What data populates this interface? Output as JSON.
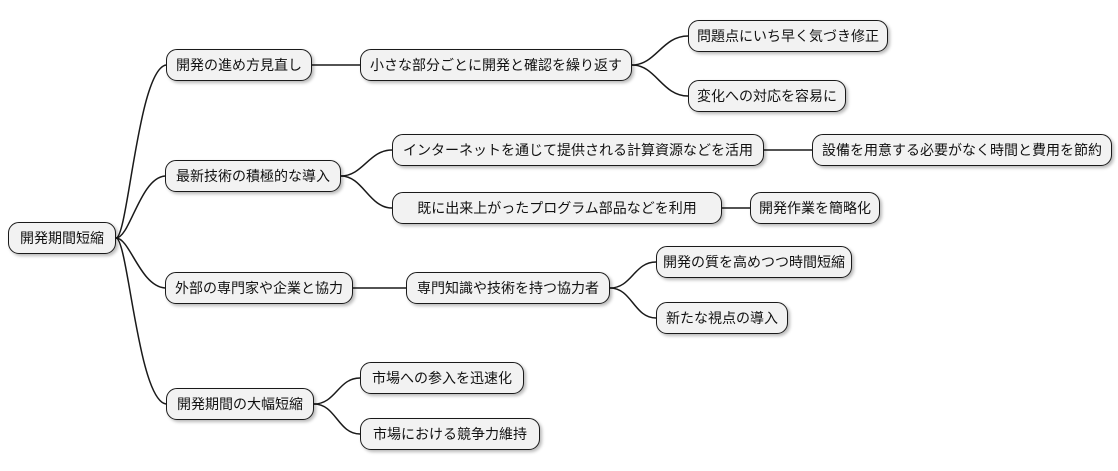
{
  "diagram": {
    "type": "mindmap",
    "colors": {
      "node_fill": "#f2f2f2",
      "node_border": "#1a1a1a",
      "connector": "#1a1a1a",
      "background": "#ffffff",
      "text": "#111111"
    }
  },
  "mindmap": {
    "root": {
      "label": "開発期間短縮"
    },
    "branches": [
      {
        "label": "開発の進め方見直し",
        "children": [
          {
            "label": "小さな部分ごとに開発と確認を繰り返す",
            "children": [
              {
                "label": "問題点にいち早く気づき修正"
              },
              {
                "label": "変化への対応を容易に"
              }
            ]
          }
        ]
      },
      {
        "label": "最新技術の積極的な導入",
        "children": [
          {
            "label": "インターネットを通じて提供される計算資源などを活用",
            "children": [
              {
                "label": "設備を用意する必要がなく時間と費用を節約"
              }
            ]
          },
          {
            "label": "既に出来上がったプログラム部品などを利用",
            "children": [
              {
                "label": "開発作業を簡略化"
              }
            ]
          }
        ]
      },
      {
        "label": "外部の専門家や企業と協力",
        "children": [
          {
            "label": "専門知識や技術を持つ協力者",
            "children": [
              {
                "label": "開発の質を高めつつ時間短縮"
              },
              {
                "label": "新たな視点の導入"
              }
            ]
          }
        ]
      },
      {
        "label": "開発期間の大幅短縮",
        "children": [
          {
            "label": "市場への参入を迅速化"
          },
          {
            "label": "市場における競争力維持"
          }
        ]
      }
    ]
  }
}
